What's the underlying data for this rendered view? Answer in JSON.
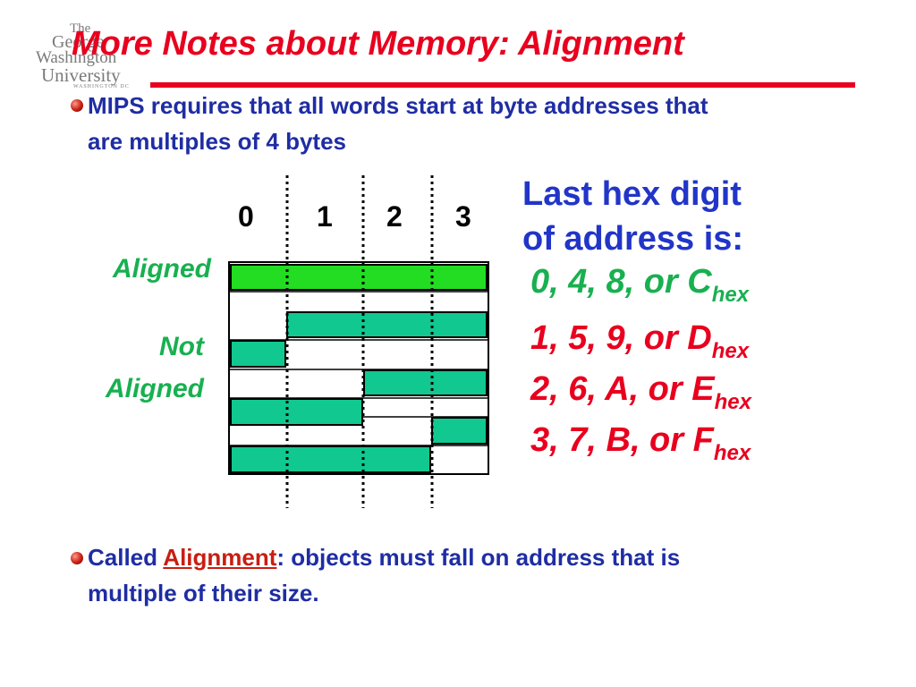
{
  "logo": {
    "line1": "The",
    "line2": "George",
    "line3": "Washington",
    "line4": "University",
    "line5": "WASHINGTON DC"
  },
  "title": "More Notes about Memory: Alignment",
  "bullet1": {
    "line1": "MIPS requires that all words start at byte addresses that",
    "line2": "are multiples of 4 bytes"
  },
  "diagram": {
    "columns": [
      "0",
      "1",
      "2",
      "3"
    ],
    "aligned_label": "Aligned",
    "not_label_1": "Not",
    "not_label_2": "Aligned"
  },
  "hex": {
    "header_1": "Last hex digit",
    "header_2": "of address is:",
    "rows": [
      {
        "text": "0, 4, 8, or C",
        "sub": "hex"
      },
      {
        "text": "1, 5, 9, or D",
        "sub": "hex"
      },
      {
        "text": "2, 6, A, or E",
        "sub": "hex"
      },
      {
        "text": "3, 7, B, or F",
        "sub": "hex"
      }
    ]
  },
  "bullet2": {
    "pre": "Called ",
    "term": "Alignment",
    "post": ": objects must fall on address that is",
    "line2": "multiple of  their size."
  },
  "colors": {
    "title": "#e8001e",
    "body_text": "#1f2da3",
    "hex_header": "#2135c8",
    "aligned_green": "#18b050",
    "hex_row_red": "#e8001e",
    "bar_bright": "#22dd22",
    "bar_teal": "#10c890"
  }
}
